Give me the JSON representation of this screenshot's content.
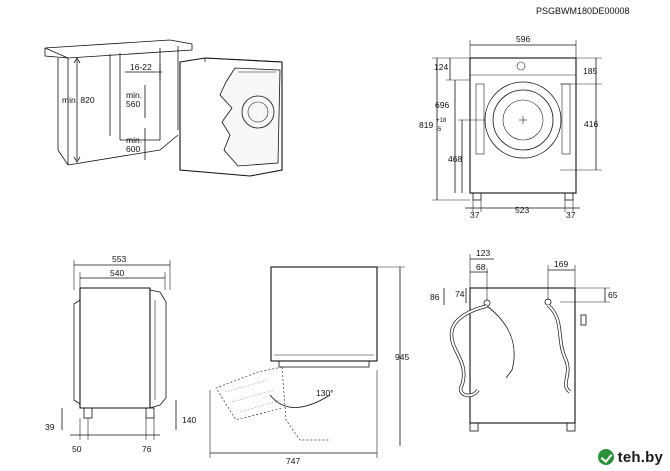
{
  "document": {
    "code": "PSGBWM180DE00008"
  },
  "views": {
    "niche": {
      "height_label": "min. 820",
      "gap_label": "16-22",
      "depth_label": "min.\n560",
      "width_label": "min.\n600"
    },
    "front": {
      "width_total": "596",
      "top_offset": "124",
      "top_right": "185",
      "height_body": "696",
      "height_total": "819",
      "height_tol_plus": "+18",
      "height_tol_minus": "-5",
      "door_height": "416",
      "door_center": "468",
      "feet_left": "37",
      "feet_span": "523",
      "feet_right": "37"
    },
    "side": {
      "depth_total": "553",
      "depth_body": "540",
      "foot_height": "39",
      "foot_offset": "50",
      "rear_foot": "76",
      "rear_height": "140"
    },
    "door_open": {
      "height": "945",
      "angle": "130°",
      "depth_open": "747"
    },
    "rear": {
      "inlet_width": "123",
      "inlet_offset": "68",
      "inlet_height": "86",
      "inlet_small": "74",
      "drain_offset": "169",
      "drain_height": "65"
    }
  },
  "watermark": {
    "text": "teh.by"
  }
}
